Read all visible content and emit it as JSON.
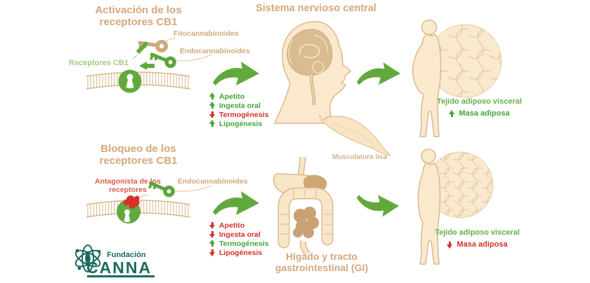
{
  "colors": {
    "tan_heading": "#d5a87c",
    "green_accent": "#61a93c",
    "green_text": "#43a339",
    "light_green_label": "#a4c883",
    "outcome_green": "#68b04a",
    "red_status": "#d5302c",
    "antagonist_red": "#dd5a50",
    "cream_fill": "#fbe9ce",
    "tan_outline": "#dcb98e",
    "logo_teal": "#1b6a60"
  },
  "activation": {
    "title": "Activación de los receptores CB1",
    "labels": {
      "fito": "Fitocannabinoides",
      "endo": "Endocannabinoides",
      "receptors": "Receptores CB1"
    },
    "effects": [
      {
        "label": "Apetito",
        "direction": "up",
        "color": "green"
      },
      {
        "label": "Ingesta oral",
        "direction": "up",
        "color": "green"
      },
      {
        "label": "Termogénesis",
        "direction": "down",
        "color": "red"
      },
      {
        "label": "Lipogénesis",
        "direction": "up",
        "color": "green"
      }
    ]
  },
  "blockade": {
    "title": "Bloqueo de los receptores CB1",
    "labels": {
      "antagonist": "Antagonista de los receptores",
      "endo": "Endocannabinoides"
    },
    "effects": [
      {
        "label": "Apetito",
        "direction": "down",
        "color": "red"
      },
      {
        "label": "Ingesta oral",
        "direction": "down",
        "color": "red"
      },
      {
        "label": "Termogénesis",
        "direction": "up",
        "color": "green"
      },
      {
        "label": "Lipogénesis",
        "direction": "down",
        "color": "red"
      }
    ]
  },
  "cns": {
    "title": "Sistema nervioso central",
    "muscle_label": "Musculatura lisa"
  },
  "gi": {
    "title": "Hígado y tracto gastrointestinal (GI)"
  },
  "outcomes": {
    "top": {
      "tissue": "Tejido adiposo visceral",
      "mass": "Masa adiposa",
      "direction": "up",
      "color": "green"
    },
    "bottom": {
      "tissue": "Tejido adiposo visceral",
      "mass": "Masa adiposa",
      "direction": "down",
      "color": "red"
    }
  },
  "logo": {
    "foundation": "Fundación",
    "name": "CANNA"
  }
}
